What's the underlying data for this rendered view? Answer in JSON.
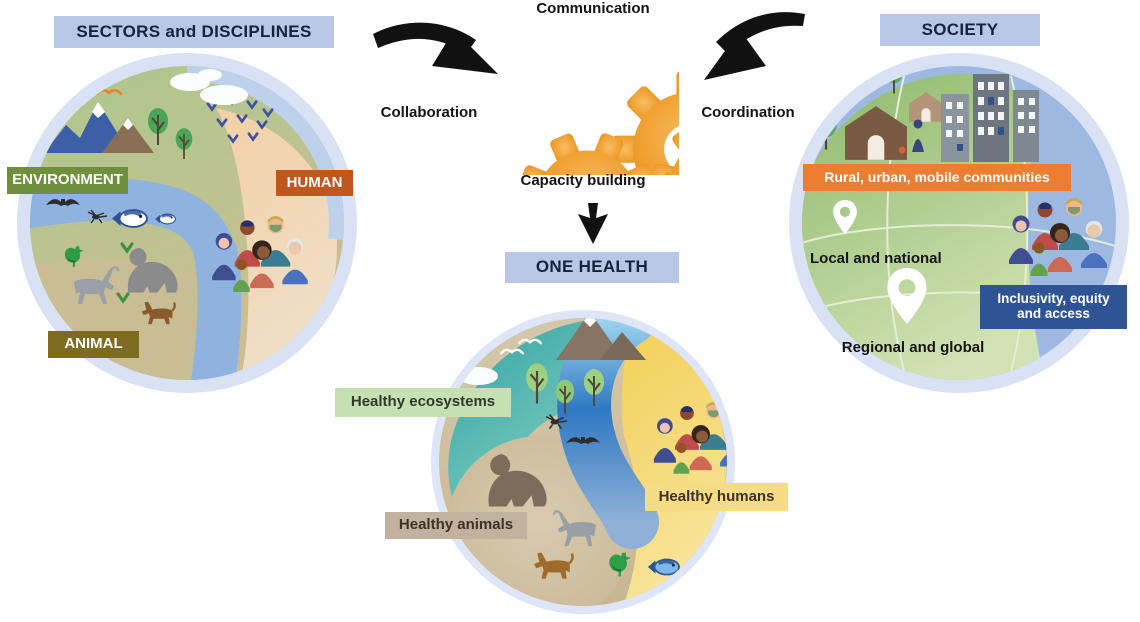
{
  "palette": {
    "header_bg": "#b7c7e5",
    "header_text": "#16233f",
    "environment_green": "#6f8f3f",
    "human_orange": "#c0571e",
    "animal_olive": "#7d6b1f",
    "communities_orange": "#ed7d31",
    "inclusivity_navy": "#2f5496",
    "ecosystems_green": "#c6e0b4",
    "animals_tan": "#c2b19c",
    "humans_yellow": "#f7dc86",
    "gear_orange": "#f0a035",
    "arrow_black": "#111111"
  },
  "sectors": {
    "title": "SECTORS and DISCIPLINES",
    "environment_label": "ENVIRONMENT",
    "human_label": "HUMAN",
    "animal_label": "ANIMAL"
  },
  "hub": {
    "top": "Communication",
    "left": "Collaboration",
    "right": "Coordination",
    "bottom": "Capacity building"
  },
  "one_health": {
    "title": "ONE HEALTH",
    "ecosystems_label": "Healthy ecosystems",
    "animals_label": "Healthy animals",
    "humans_label": "Healthy humans"
  },
  "society": {
    "title": "SOCIETY",
    "communities_banner": "Rural, urban, mobile communities",
    "local_label": "Local and national",
    "inclusivity_line1": "Inclusivity, equity",
    "inclusivity_line2": "and access",
    "regional_label": "Regional and global"
  }
}
